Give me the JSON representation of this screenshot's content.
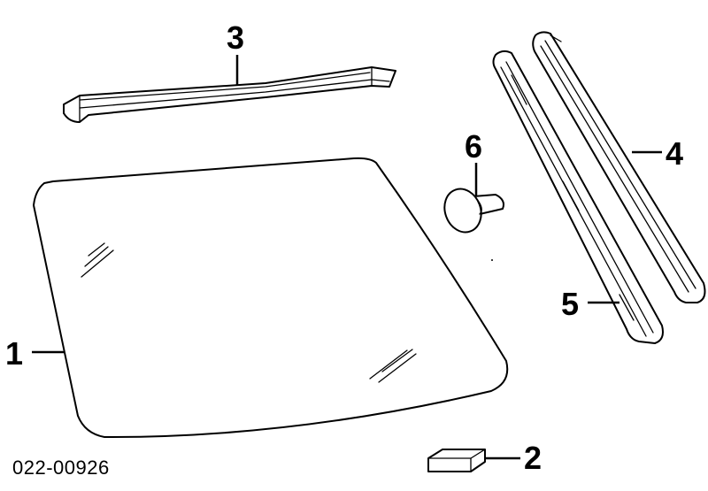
{
  "diagram": {
    "callouts": {
      "windshield": "1",
      "clip": "2",
      "upper_molding": "3",
      "side_molding_outer": "4",
      "side_molding_inner": "5",
      "stud": "6"
    },
    "part_number": "022-00926",
    "colors": {
      "line": "#000000",
      "background": "#ffffff"
    }
  }
}
